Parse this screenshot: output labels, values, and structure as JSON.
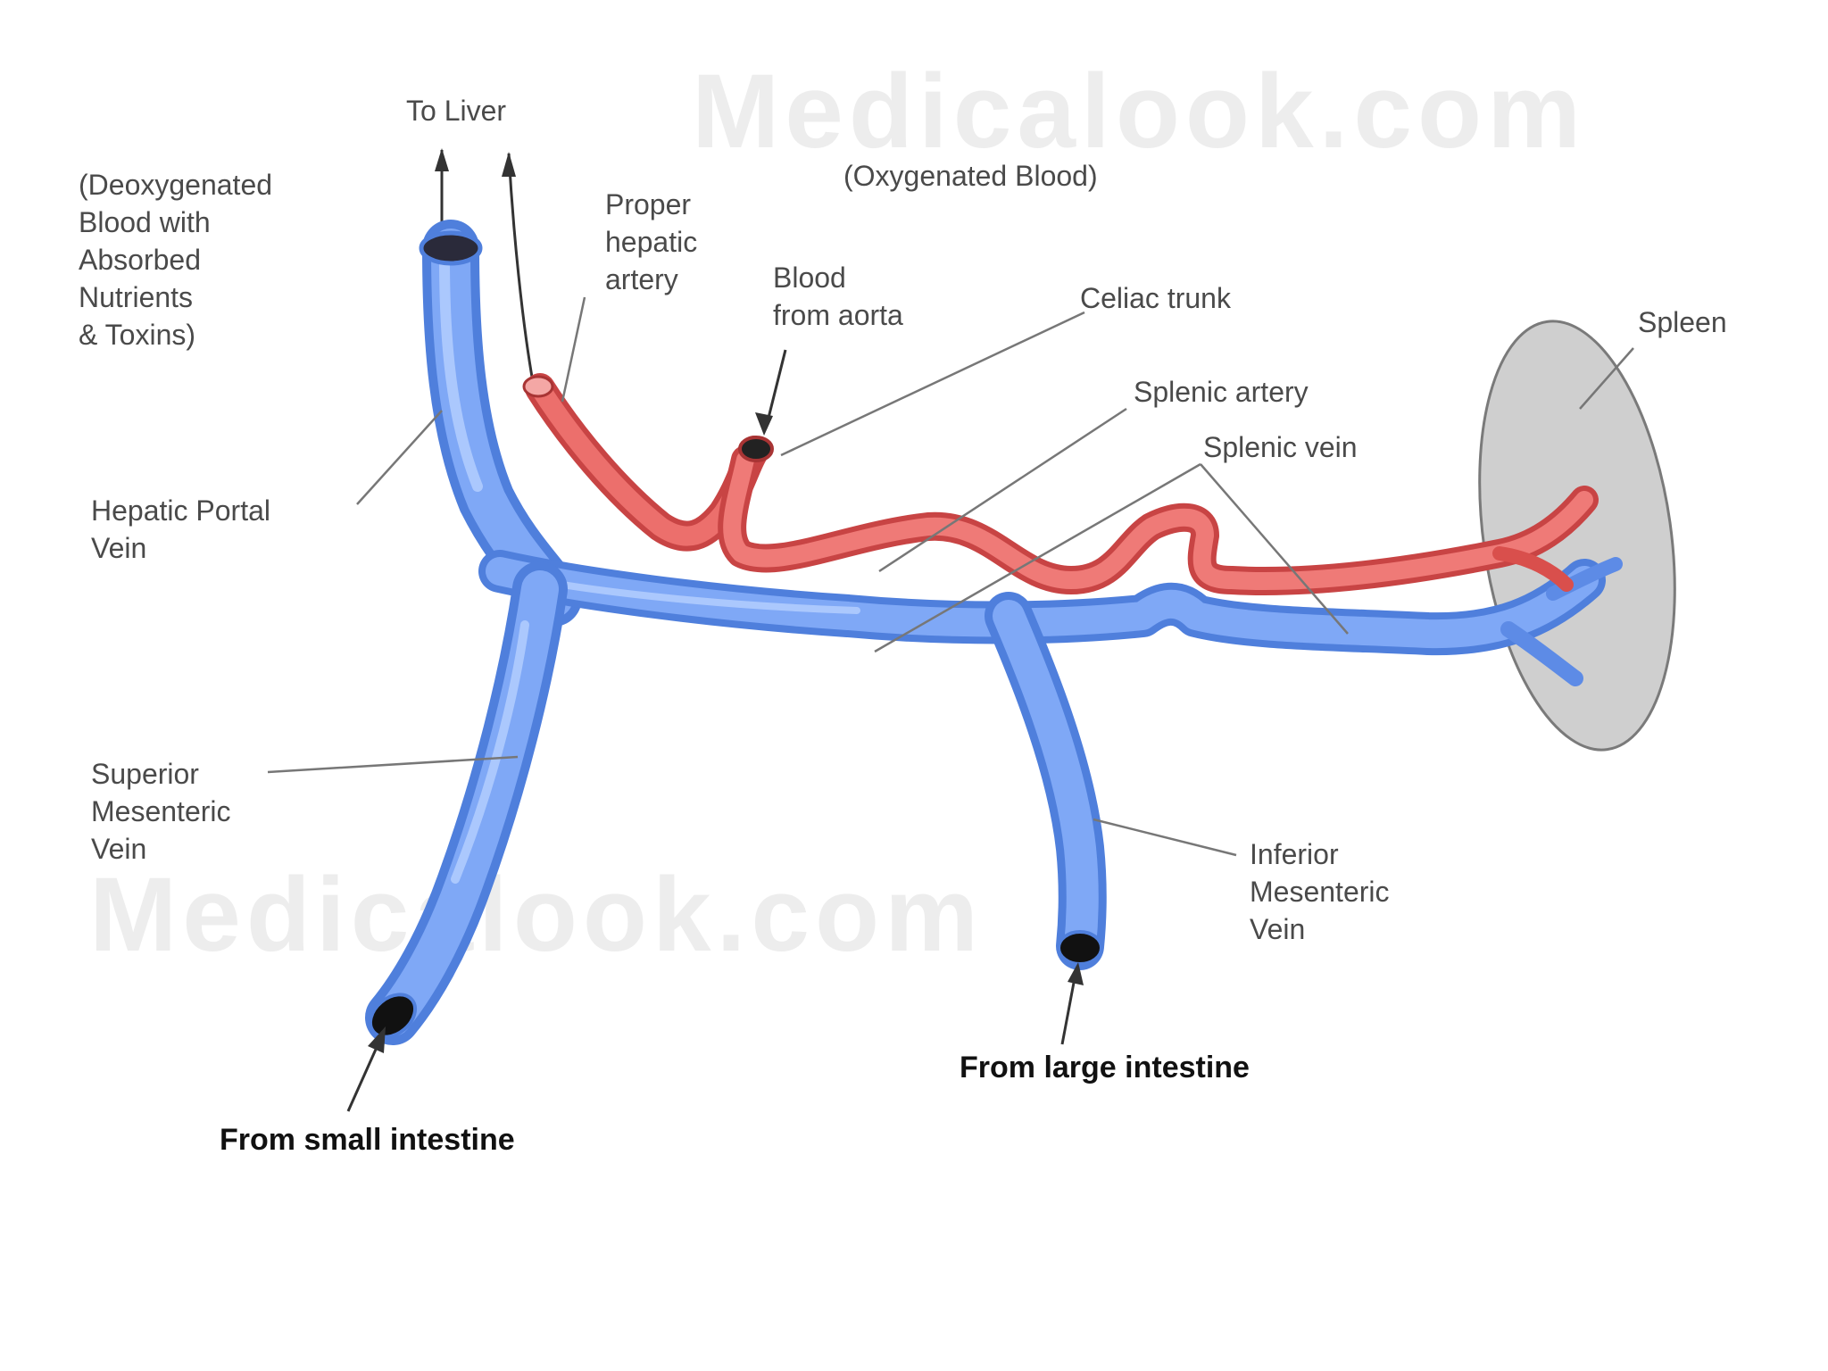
{
  "watermark": {
    "text": "Medicalook.com",
    "color": "#d8d8d8"
  },
  "colors": {
    "vein": "#6f9cf0",
    "vein_dark": "#4f7fdc",
    "vein_light": "#a9c6ff",
    "artery": "#e8605e",
    "artery_dark": "#c84444",
    "artery_light": "#f6a3a1",
    "spleen": "#cfcfcf",
    "text": "#4a4a4a",
    "text_bold": "#111111"
  },
  "labels": {
    "to_liver": "To Liver",
    "oxygenated": "(Oxygenated Blood)",
    "deoxygenated": [
      "(Deoxygenated",
      "Blood with",
      "Absorbed",
      "Nutrients",
      "& Toxins)"
    ],
    "proper_hepatic": [
      "Proper",
      "hepatic",
      "artery"
    ],
    "blood_from_aorta": [
      "Blood",
      "from aorta"
    ],
    "celiac_trunk": "Celiac trunk",
    "spleen": "Spleen",
    "splenic_artery": "Splenic artery",
    "splenic_vein": "Splenic vein",
    "hepatic_portal_vein": [
      "Hepatic Portal",
      "Vein"
    ],
    "superior_mesenteric_vein": [
      "Superior",
      "Mesenteric",
      "Vein"
    ],
    "inferior_mesenteric_vein": [
      "Inferior",
      "Mesenteric",
      "Vein"
    ],
    "from_small_intestine": "From small intestine",
    "from_large_intestine": "From large intestine"
  }
}
